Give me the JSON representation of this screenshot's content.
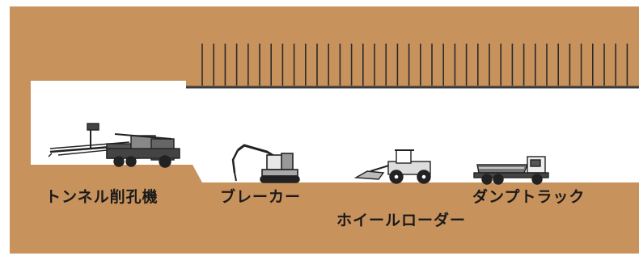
{
  "colors": {
    "ground": "#c8925d",
    "tunnel": "#ffffff",
    "bolt": "#2b2b2b",
    "machine": "#222222"
  },
  "labels": {
    "drill_jumbo": "トンネル削孔機",
    "breaker": "ブレーカー",
    "wheel_loader": "ホイールローダー",
    "dump_truck": "ダンプトラック"
  },
  "machines": [
    {
      "name": "drill-jumbo",
      "icon": "drill-jumbo-icon"
    },
    {
      "name": "breaker",
      "icon": "excavator-breaker-icon"
    },
    {
      "name": "wheel-loader",
      "icon": "wheel-loader-icon"
    },
    {
      "name": "dump-truck",
      "icon": "dump-truck-icon"
    }
  ]
}
